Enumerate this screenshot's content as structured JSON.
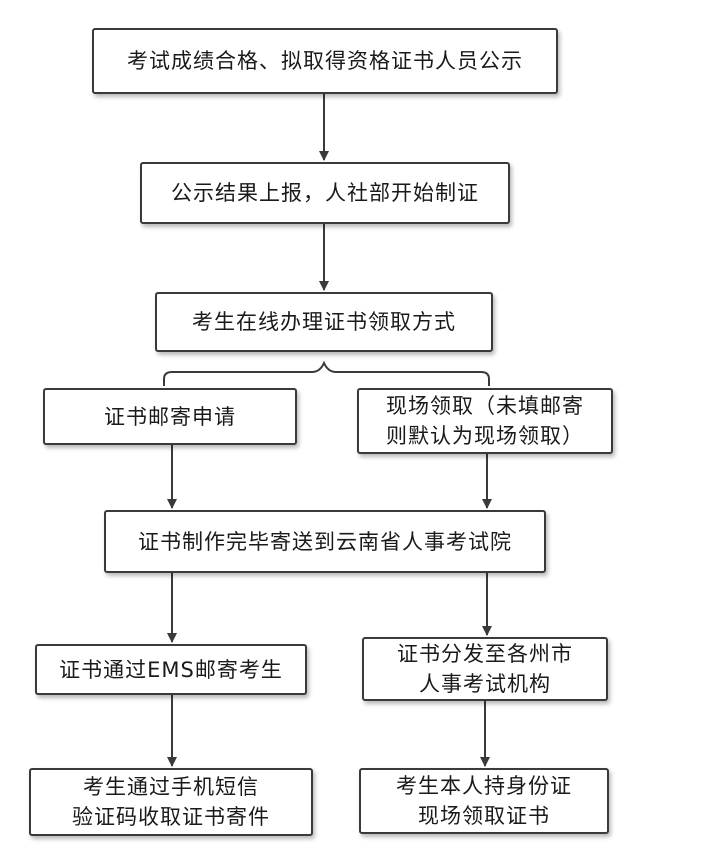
{
  "nodes": {
    "publicity": "考试成绩合格、拟取得资格证书人员公示",
    "report": "公示结果上报，人社部开始制证",
    "online": "考生在线办理证书领取方式",
    "mail_apply": "证书邮寄申请",
    "onsite": "现场领取（未填邮寄\n则默认为现场领取）",
    "produce": "证书制作完毕寄送到云南省人事考试院",
    "ems": "证书通过EMS邮寄考生",
    "distribute": "证书分发至各州市\n人事考试机构",
    "sms": "考生通过手机短信\n验证码收取证书寄件",
    "pickup": "考生本人持身份证\n现场领取证书"
  }
}
